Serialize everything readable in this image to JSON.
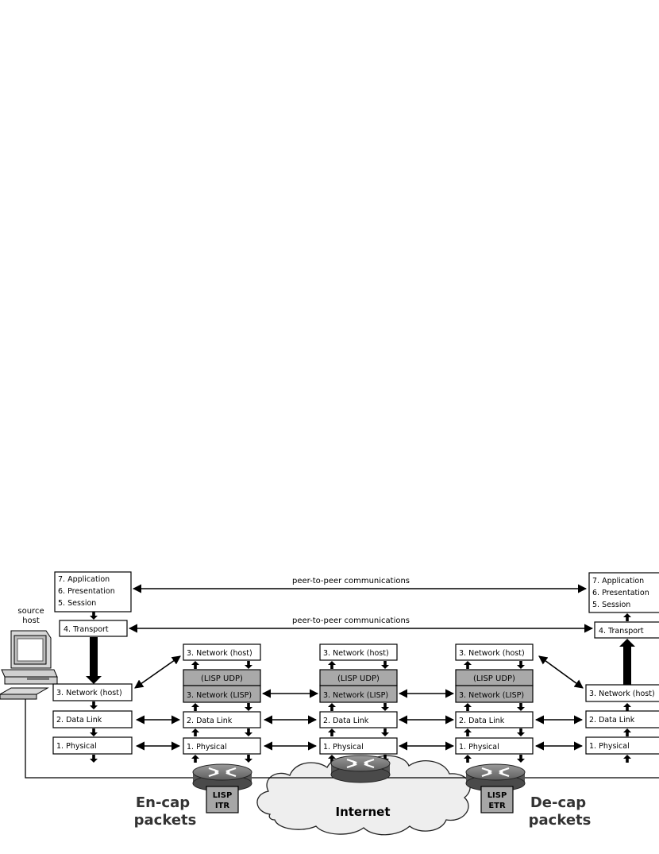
{
  "peer_top": "peer-to-peer communications",
  "peer_transport": "peer-to-peer communications",
  "source_host": [
    "source",
    "host"
  ],
  "src_stack": {
    "upper": [
      "7. Application",
      "6. Presentation",
      "5. Session"
    ],
    "transport": "4. Transport",
    "network": "3. Network (host)",
    "datalink": "2. Data Link",
    "physical": "1. Physical"
  },
  "dst_stack": {
    "upper": [
      "7. Application",
      "6. Presentation",
      "5. Session"
    ],
    "transport": "4. Transport",
    "network": "3. Network (host)",
    "datalink": "2. Data Link",
    "physical": "1. Physical"
  },
  "routers": [
    {
      "host_net": "3. Network (host)",
      "lisp_udp": "(LISP UDP)",
      "lisp_net": "3. Network (LISP)",
      "datalink": "2. Data Link",
      "physical": "1. Physical"
    },
    {
      "host_net": "3. Network (host)",
      "lisp_udp": "(LISP UDP)",
      "lisp_net": "3. Network (LISP)",
      "datalink": "2. Data Link",
      "physical": "1. Physical"
    },
    {
      "host_net": "3. Network (host)",
      "lisp_udp": "(LISP UDP)",
      "lisp_net": "3. Network (LISP)",
      "datalink": "2. Data Link",
      "physical": "1. Physical"
    }
  ],
  "itr_label": [
    "LISP",
    "ITR"
  ],
  "etr_label": [
    "LISP",
    "ETR"
  ],
  "encap": [
    "En-cap",
    "packets"
  ],
  "decap": [
    "De-cap",
    "packets"
  ],
  "internet": "Internet"
}
